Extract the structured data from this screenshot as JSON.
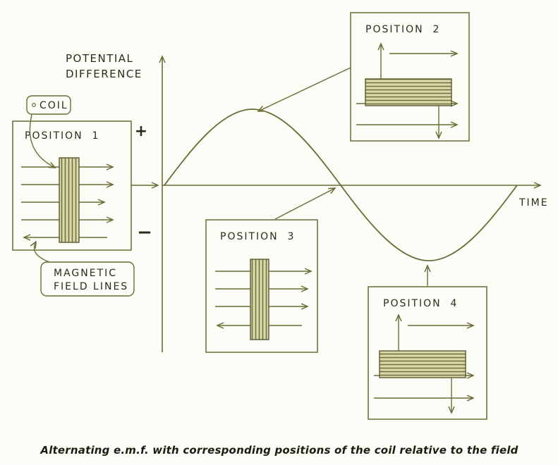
{
  "caption": {
    "text": "Alternating e.m.f. with corresponding positions of the coil relative to the field"
  },
  "axes": {
    "y_label_line1": "POTENTIAL",
    "y_label_line2": "DIFFERENCE",
    "x_label": "TIME",
    "plus": "+",
    "minus": "−"
  },
  "tags": {
    "coil": "COIL",
    "field_line1": "MAGNETIC",
    "field_line2": "FIELD LINES"
  },
  "positions": {
    "p1": "POSITION  1",
    "p2": "POSITION  2",
    "p3": "POSITION  3",
    "p4": "POSITION  4"
  },
  "curve": {
    "type": "sine",
    "description": "One full cycle of alternating e.m.f.: zero at Position 1, positive peak at Position 2, zero at Position 3, negative trough at Position 4, returning to zero",
    "cycle_points": [
      "zero-start",
      "positive-peak",
      "zero-crossing",
      "negative-trough",
      "zero-end"
    ]
  },
  "colors": {
    "line": "#6b6b35",
    "text": "#2b2b1a",
    "coil_fill": "#d9d9ac",
    "coil_stripe": "#72723c",
    "background": "#fdfdf8",
    "caption_text": "#1c1c10"
  }
}
